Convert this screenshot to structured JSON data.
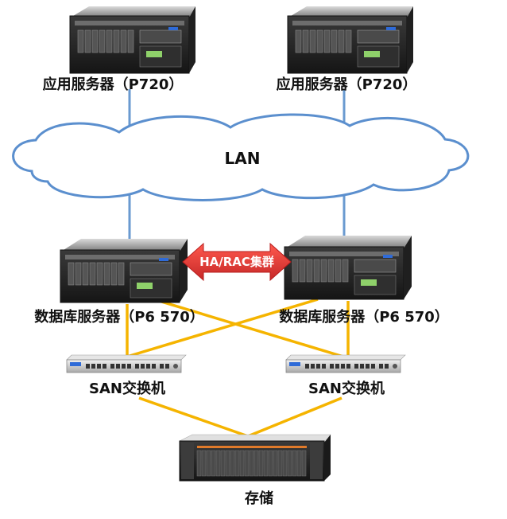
{
  "nodes": {
    "app_server_left": "应用服务器（P720）",
    "app_server_right": "应用服务器（P720）",
    "lan": "LAN",
    "db_server_left": "数据库服务器（P6 570）",
    "db_server_right": "数据库服务器（P6 570）",
    "ha_link": "HA/RAC集群",
    "san_switch_left": "SAN交换机",
    "san_switch_right": "SAN交换机",
    "storage": "存储"
  },
  "colors": {
    "lan_link": "#6a9ad0",
    "san_link": "#f5b400",
    "cloud_stroke": "#5b8fce",
    "ha_arrow": "#e53935",
    "chassis": "#2b2b2b"
  }
}
